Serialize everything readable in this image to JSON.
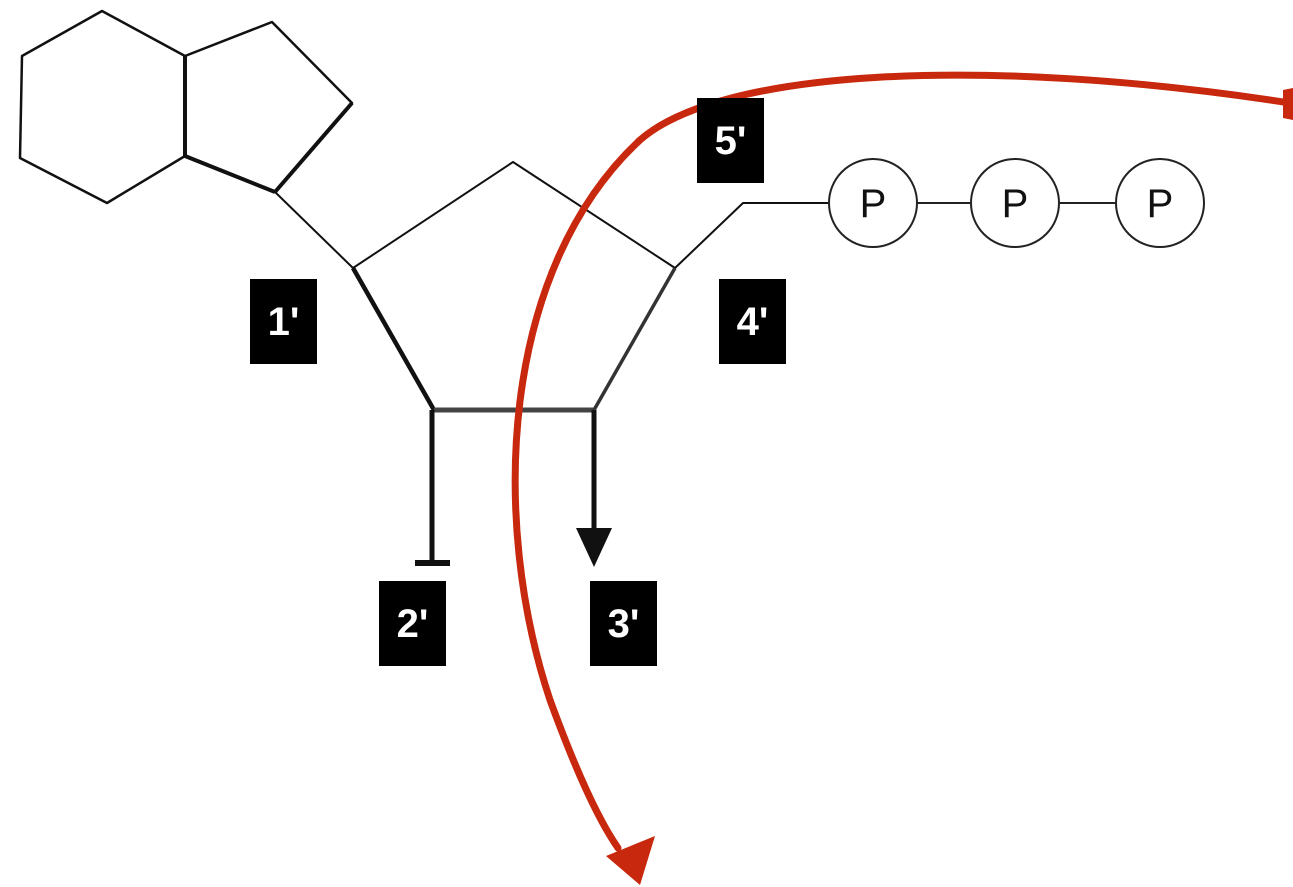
{
  "labels": {
    "c1": "1'",
    "c2": "2'",
    "c3": "3'",
    "c4": "4'",
    "c5": "5'"
  },
  "phosphates": [
    "P",
    "P",
    "P"
  ],
  "colors": {
    "structure": "#111111",
    "label_background": "#000000",
    "label_text": "#ffffff",
    "curved_arrow": "#c8280e"
  }
}
